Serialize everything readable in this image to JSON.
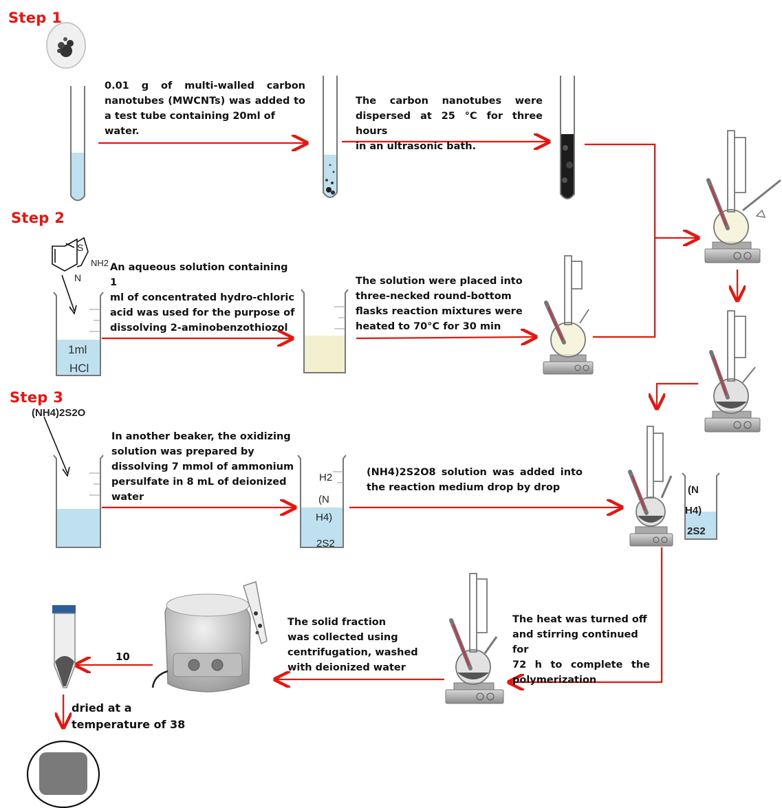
{
  "steps": {
    "step1": "Step 1",
    "step2": "Step 2",
    "step3": "Step 3"
  },
  "text": {
    "s1_a": [
      "0.01 g of multi-walled carbon",
      "nanotubes (MWCNTs) was added to",
      "a test tube containing 20ml of water."
    ],
    "s1_b": [
      "The carbon nanotubes were",
      "dispersed at 25 °C for three hours",
      "in an ultrasonic bath."
    ],
    "s2_a": [
      "An aqueous solution containing 1",
      "ml of concentrated hydro-chloric",
      "acid was used for the purpose of",
      "dissolving 2-aminobenzothiozol"
    ],
    "s2_b": [
      "The solution were placed into",
      "three-necked round-bottom",
      "flasks reaction mixtures were",
      "heated to 70°C for 30 min"
    ],
    "s3_a": [
      "In another beaker, the oxidizing",
      "solution was prepared by",
      "dissolving 7 mmol of ammonium",
      "persulfate in 8 mL of deionized",
      "water"
    ],
    "s3_b": [
      "(NH4)2S2O8 solution was added into",
      "the reaction medium drop by drop"
    ],
    "s4_a": [
      "The heat was turned off",
      "and stirring continued for",
      "72 h to complete the",
      "polymerization"
    ],
    "s4_b": [
      "The solid fraction",
      "was collected using",
      "centrifugation, washed",
      "with deionized water"
    ],
    "s4_c": [
      "dried at a",
      "temperature of 38"
    ],
    "num10": "10"
  },
  "labels": {
    "hcl_1": "1ml",
    "hcl_2": "HCl",
    "nh2": "NH2",
    "s_atom": "S",
    "n_atom": "N",
    "aps_formula": "(NH4)2S2O",
    "beaker2_lines": [
      "H2",
      "(N",
      "H4)",
      "2S2"
    ],
    "beaker3_lines": [
      "(N",
      "H4)",
      "2S2"
    ]
  },
  "colors": {
    "arrow": "#e8140e",
    "step": "#e8140e",
    "liquid": "#bfe0ee",
    "cream": "#f3f0cf",
    "black_liquid": "#1c1c1c"
  }
}
